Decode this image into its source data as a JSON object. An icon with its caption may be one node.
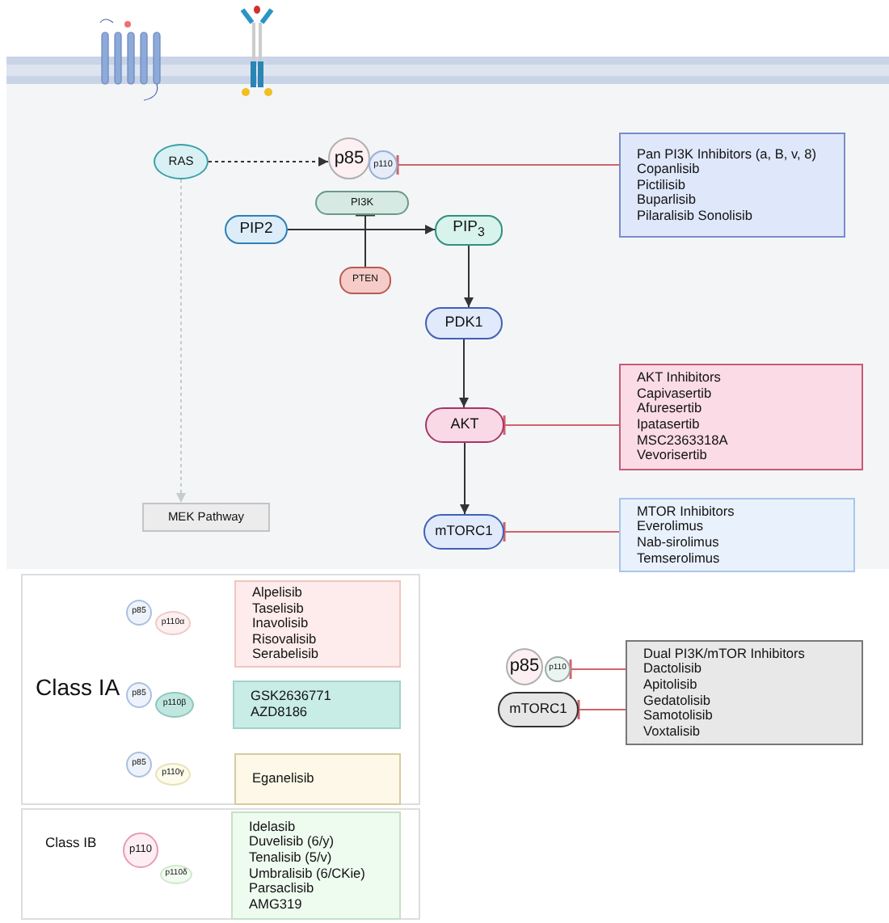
{
  "diagram": {
    "nodes": [
      {
        "text": [
          "RAS"
        ]
      },
      {
        "text": [
          "p85"
        ]
      },
      {
        "text": [
          "p110"
        ]
      },
      {
        "text": [
          "Pan PI3K Inhibitors (a, B, v, 8)",
          "Copanlisib",
          "Pictilisib",
          "Buparlisib",
          "Pilaralisib Sonolisib"
        ]
      },
      {
        "text": [
          "PI3K"
        ]
      },
      {
        "text": [
          "PIP2"
        ]
      },
      {
        "text": [
          "PIP$_{3}$"
        ]
      },
      {
        "text": [
          "PTEN"
        ]
      },
      {
        "text": [
          "PDK1"
        ]
      },
      {
        "text": [
          "AKT"
        ]
      },
      {
        "text": [
          "AKT Inhibitors",
          "Capivasertib",
          "Afuresertib",
          "Ipatasertib",
          "MSC2363318A",
          "Vevorisertib"
        ]
      },
      {
        "text": [
          "MEK Pathway"
        ]
      },
      {
        "text": [
          "mTORC1"
        ]
      },
      {
        "text": [
          "MTOR Inhibitors",
          "Everolimus",
          "Nab-sirolimus",
          "Temserolimus"
        ]
      },
      {
        "text": [
          "Class IA"
        ]
      },
      {
        "text": [
          "p85"
        ],
        "in": 14
      },
      {
        "text": [
          "p110α"
        ],
        "in": 14
      },
      {
        "text": [
          "Alpelisib",
          "Taselisib",
          "Inavolisib",
          "Risovalisib",
          "Serabelisib"
        ],
        "in": 14
      },
      {
        "text": [
          "p85"
        ],
        "in": 14
      },
      {
        "text": [
          "p110β"
        ],
        "in": 14
      },
      {
        "text": [
          "GSK2636771",
          "AZD8186"
        ],
        "in": 14
      },
      {
        "text": [
          "p85"
        ],
        "in": 14
      },
      {
        "text": [
          "p110γ"
        ],
        "in": 14
      },
      {
        "text": [
          "Eganelisib"
        ],
        "in": 14
      },
      {
        "text": [
          "Class IB"
        ]
      },
      {
        "text": [
          "p110"
        ],
        "in": 24
      },
      {
        "text": [
          "p110δ"
        ],
        "in": 24
      },
      {
        "text": [
          "Idelasib",
          "Duvelisib (6/y)",
          "Tenalisib (5/v)",
          "Umbralisib (6/CKie)",
          "Parsaclisib",
          "AMG319"
        ],
        "in": 24
      },
      {
        "text": [
          "p85"
        ]
      },
      {
        "text": [
          "p110"
        ]
      },
      {
        "text": [
          "mTORC1"
        ]
      },
      {
        "text": [
          "Dual PI3K/mTOR Inhibitors",
          "Dactolisib",
          "Apitolisib",
          "Gedatolisib",
          "Samotolisib",
          "Voxtalisib"
        ]
      }
    ],
    "edges": [
      {
        "from": 0,
        "to": 1,
        "arrow": "to",
        "style": "dashed"
      },
      {
        "from": 0,
        "to": 11,
        "arrow": "to",
        "style": "dashed",
        "color": "#c5cccc"
      },
      {
        "from": 3,
        "to": 2,
        "arrow": "other",
        "color": "#d0626c"
      },
      {
        "from": 5,
        "to": 6,
        "arrow": "to"
      },
      {
        "from": 7,
        "to": 4,
        "arrow": "other"
      },
      {
        "from": 6,
        "to": 8,
        "arrow": "to"
      },
      {
        "from": 8,
        "to": 9,
        "arrow": "to"
      },
      {
        "from": 9,
        "to": 12,
        "arrow": "to"
      },
      {
        "from": 10,
        "to": 9,
        "arrow": "other",
        "color": "#d0626c"
      },
      {
        "from": 13,
        "to": 12,
        "arrow": "other",
        "color": "#d0626c"
      },
      {
        "from": 31,
        "to": 29,
        "arrow": "other",
        "color": "#d0626c"
      },
      {
        "from": 31,
        "to": 30,
        "arrow": "other",
        "color": "#d0626c"
      }
    ]
  }
}
